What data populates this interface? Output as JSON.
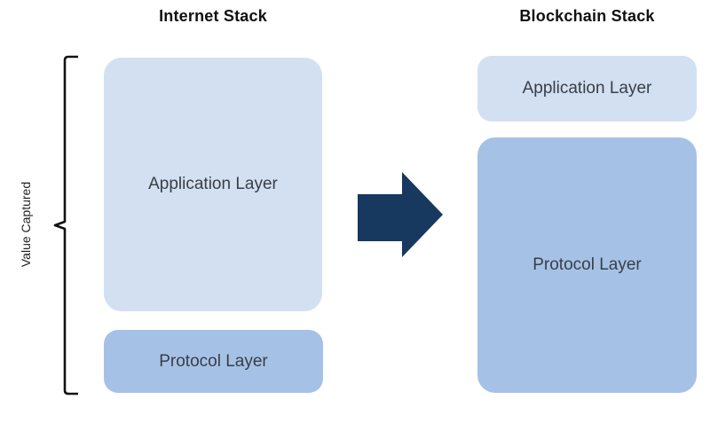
{
  "diagram": {
    "left_stack": {
      "title": "Internet Stack",
      "boxes": [
        {
          "label": "Application Layer",
          "size": "large",
          "color_key": "light_blue"
        },
        {
          "label": "Protocol Layer",
          "size": "small",
          "color_key": "medium_blue"
        }
      ]
    },
    "right_stack": {
      "title": "Blockchain Stack",
      "boxes": [
        {
          "label": "Application Layer",
          "size": "small",
          "color_key": "light_blue"
        },
        {
          "label": "Protocol Layer",
          "size": "large",
          "color_key": "medium_blue"
        }
      ]
    },
    "axis_label": "Value Captured",
    "arrow": {
      "direction": "right",
      "icon": "right-arrow-icon"
    }
  },
  "colors": {
    "light_blue": "#d2e0f2",
    "medium_blue": "#a5c2e6",
    "arrow_navy": "#17385f",
    "title_text": "#111111",
    "label_text": "#3a3e45",
    "brace_color": "#111111",
    "background": "#ffffff"
  }
}
